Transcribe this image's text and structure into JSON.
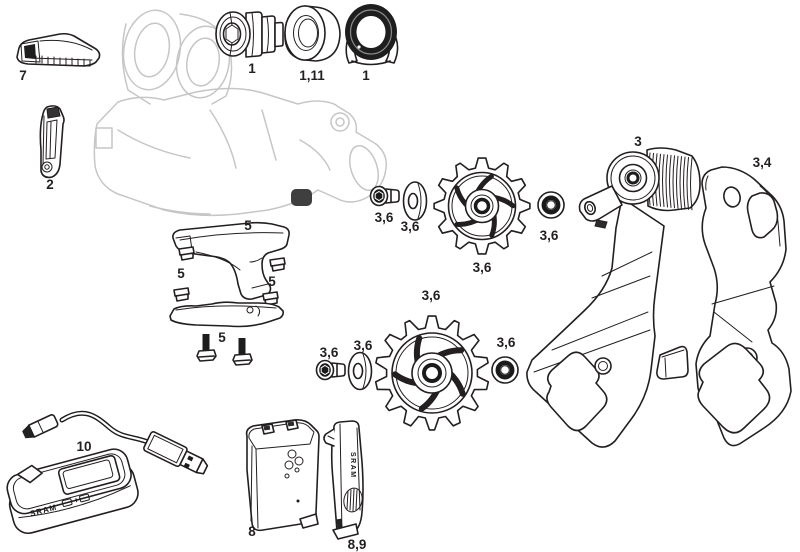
{
  "diagram": {
    "type": "exploded-parts-diagram",
    "subject": "rear derailleur",
    "background": "#ffffff",
    "line_color": "#231f20",
    "ghost_color": "#c6c6c6"
  },
  "logos": {
    "charger_brand": "SRAM",
    "cover_brand": "SRAM"
  },
  "callouts": [
    {
      "part": "battery-cover-latch",
      "text": "7"
    },
    {
      "part": "clutch-cover",
      "text": "2"
    },
    {
      "part": "pulley-bolt-cap",
      "text": "1"
    },
    {
      "part": "pulley-bushing",
      "text": "1,11"
    },
    {
      "part": "seal-ring",
      "text": "1"
    },
    {
      "part": "skid-plate-upper",
      "text": "5"
    },
    {
      "part": "skid-plate-nut-left",
      "text": "5"
    },
    {
      "part": "skid-plate-nut-right",
      "text": "5"
    },
    {
      "part": "skid-plate-bolts",
      "text": "5"
    },
    {
      "part": "upper-pulley-bolt",
      "text": "3,6"
    },
    {
      "part": "upper-pulley-washer-left",
      "text": "3,6"
    },
    {
      "part": "upper-pulley",
      "text": "3,6"
    },
    {
      "part": "upper-pulley-washer-right",
      "text": "3,6"
    },
    {
      "part": "cage-assembly-inner",
      "text": "3"
    },
    {
      "part": "cage-plate-outer",
      "text": "3,4"
    },
    {
      "part": "lower-pulley",
      "text": "3,6"
    },
    {
      "part": "lower-pulley-bolt",
      "text": "3,6"
    },
    {
      "part": "lower-pulley-washer-left",
      "text": "3,6"
    },
    {
      "part": "lower-pulley-washer-right",
      "text": "3,6"
    },
    {
      "part": "battery-charger",
      "text": "10"
    },
    {
      "part": "battery",
      "text": "8"
    },
    {
      "part": "battery-blocker",
      "text": "8,9"
    }
  ]
}
